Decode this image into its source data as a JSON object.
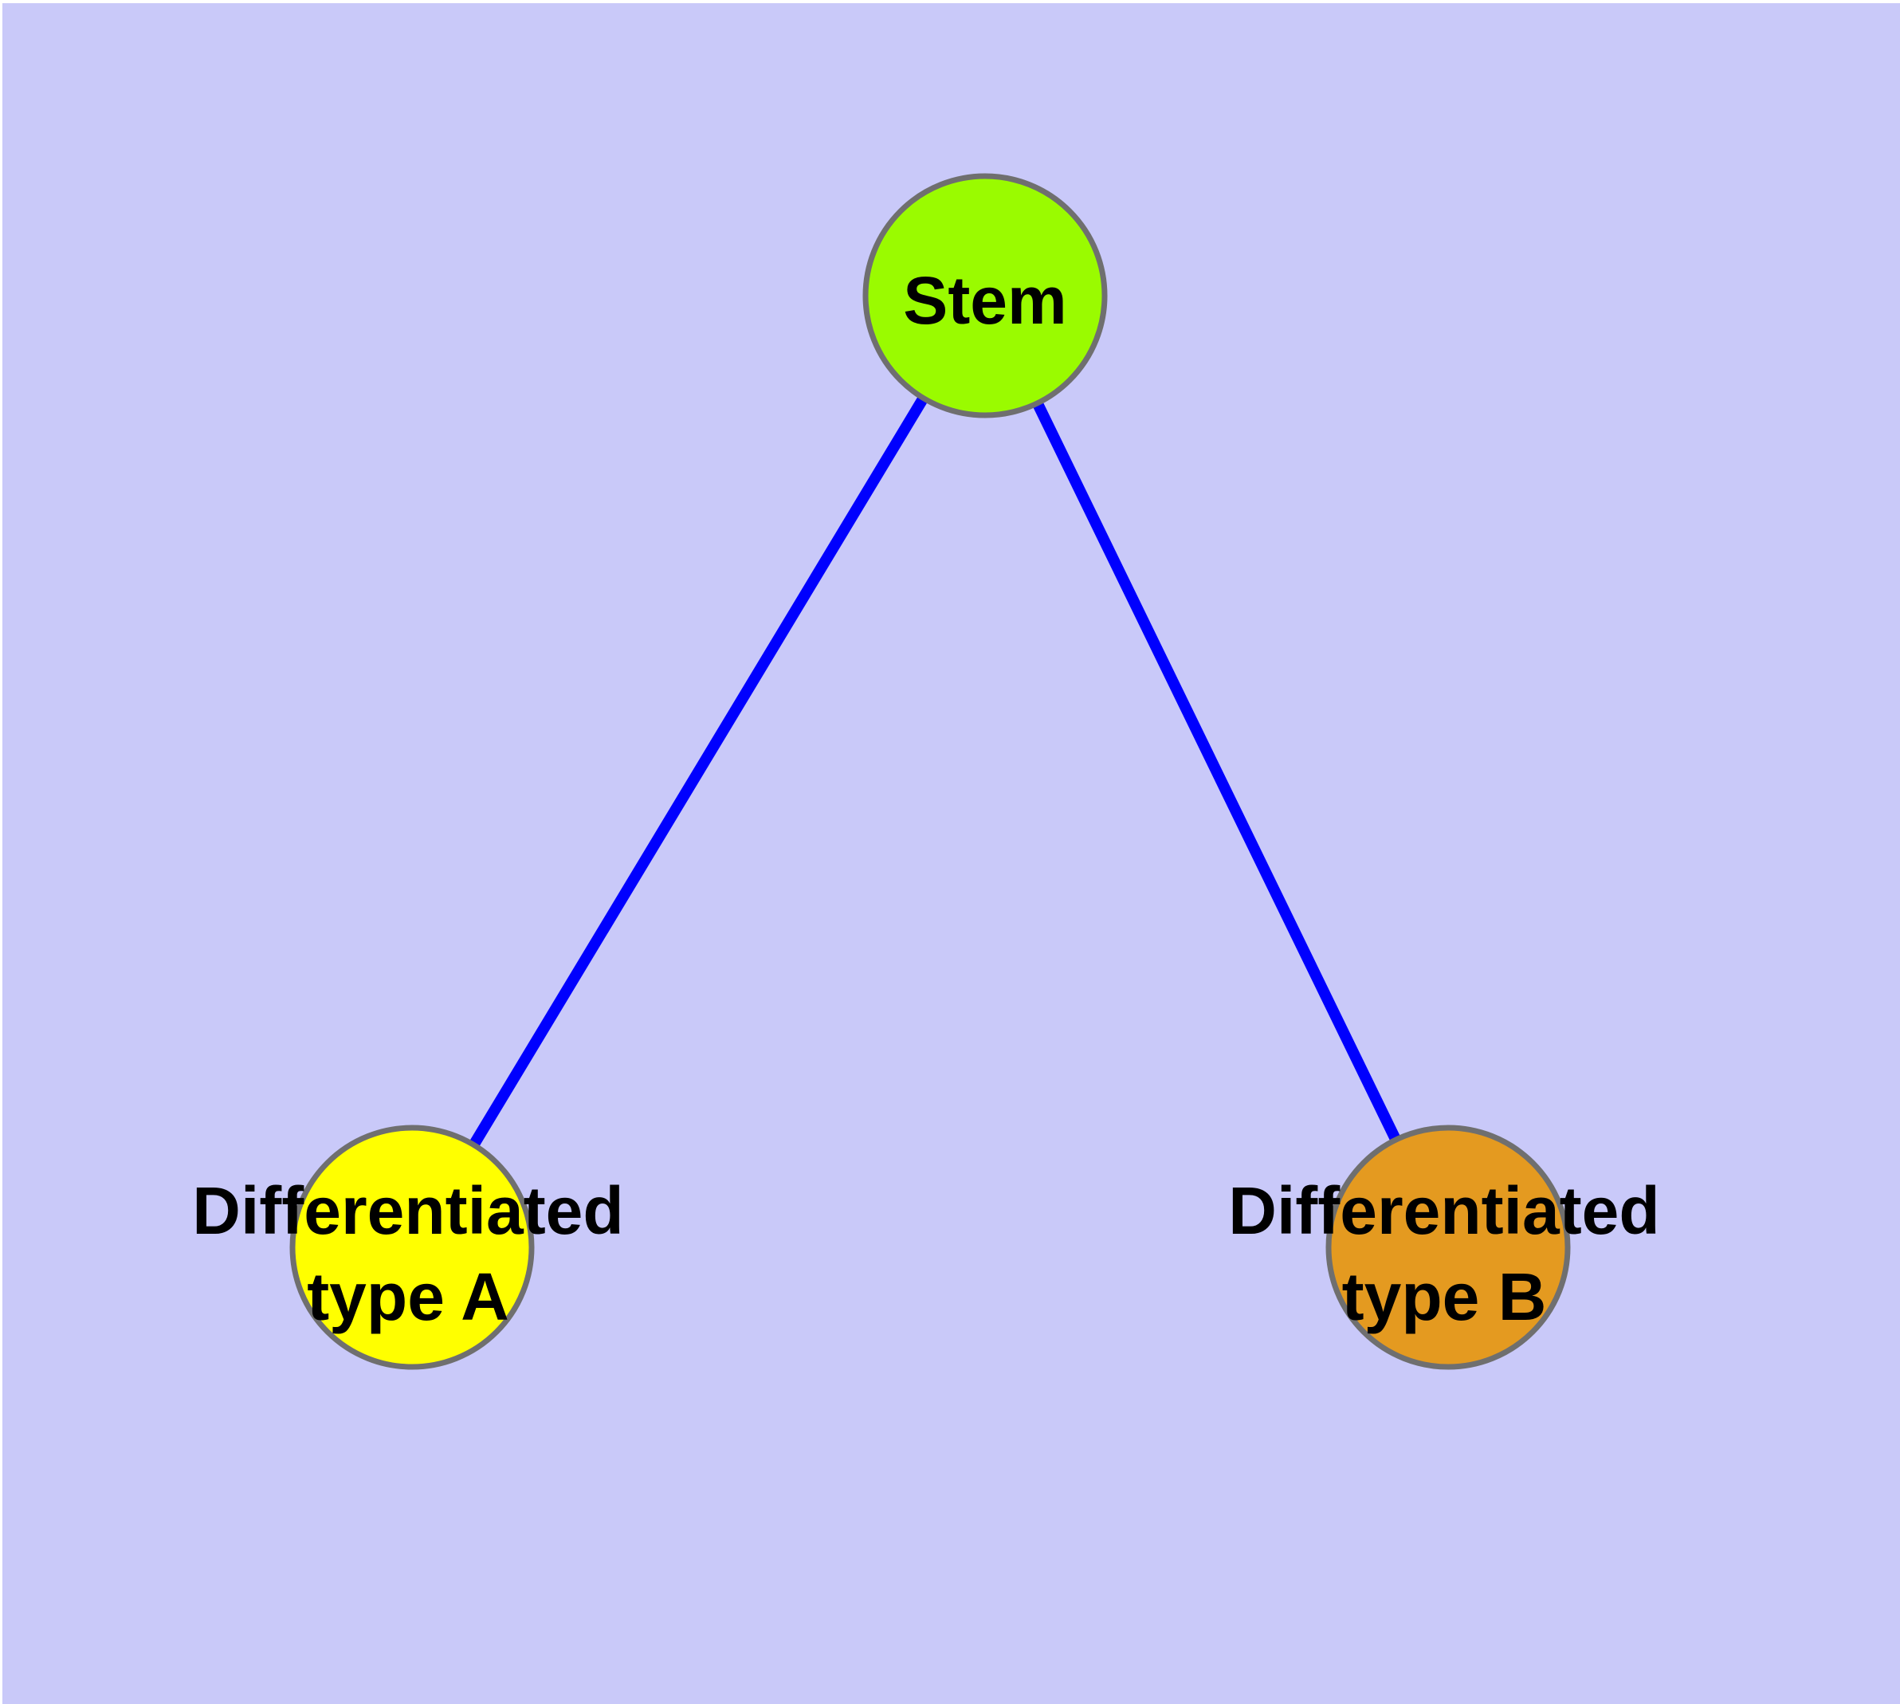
{
  "diagram": {
    "type": "node-link-graph",
    "background_color": "#c9c9f9",
    "edge_color": "#0000fe",
    "node_border_color": "#6f6f6f",
    "label_color": "#000000",
    "nodes": [
      {
        "id": "stem",
        "label": "Stem",
        "fill": "#9afb00"
      },
      {
        "id": "differentiated-type-a",
        "label_line1": "Differentiated",
        "label_line2": "type A",
        "fill": "#ffff00"
      },
      {
        "id": "differentiated-type-b",
        "label_line1": "Differentiated",
        "label_line2": "type B",
        "fill": "#e49a20"
      }
    ],
    "edges": [
      {
        "from": "Stem",
        "to": "Differentiated type A"
      },
      {
        "from": "Stem",
        "to": "Differentiated type B"
      }
    ]
  }
}
